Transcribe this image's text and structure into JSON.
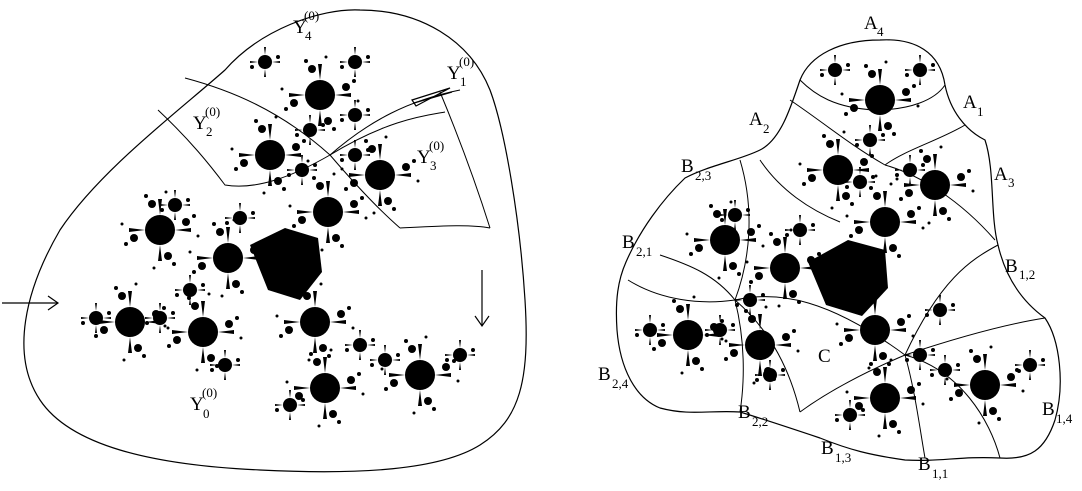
{
  "left_panel": {
    "labels": [
      {
        "id": "Y4",
        "main": "Y",
        "sub": "4",
        "sup": "(0)"
      },
      {
        "id": "Y1",
        "main": "Y",
        "sub": "1",
        "sup": "(0)"
      },
      {
        "id": "Y2",
        "main": "Y",
        "sub": "2",
        "sup": "(0)"
      },
      {
        "id": "Y3",
        "main": "Y",
        "sub": "3",
        "sup": "(0)"
      },
      {
        "id": "Y0",
        "main": "Y",
        "sub": "0",
        "sup": "(0)"
      }
    ]
  },
  "right_panel": {
    "labels": [
      {
        "id": "A4",
        "main": "A",
        "sub": "4"
      },
      {
        "id": "A1",
        "main": "A",
        "sub": "1"
      },
      {
        "id": "A2",
        "main": "A",
        "sub": "2"
      },
      {
        "id": "A3",
        "main": "A",
        "sub": "3"
      },
      {
        "id": "B23",
        "main": "B",
        "sub": "2,3"
      },
      {
        "id": "B21",
        "main": "B",
        "sub": "2,1"
      },
      {
        "id": "B12",
        "main": "B",
        "sub": "1,2"
      },
      {
        "id": "B24",
        "main": "B",
        "sub": "2,4"
      },
      {
        "id": "C",
        "main": "C",
        "sub": ""
      },
      {
        "id": "B22",
        "main": "B",
        "sub": "2,2"
      },
      {
        "id": "B13",
        "main": "B",
        "sub": "1,3"
      },
      {
        "id": "B11",
        "main": "B",
        "sub": "1,1"
      },
      {
        "id": "B14",
        "main": "B",
        "sub": "1,4"
      }
    ]
  }
}
